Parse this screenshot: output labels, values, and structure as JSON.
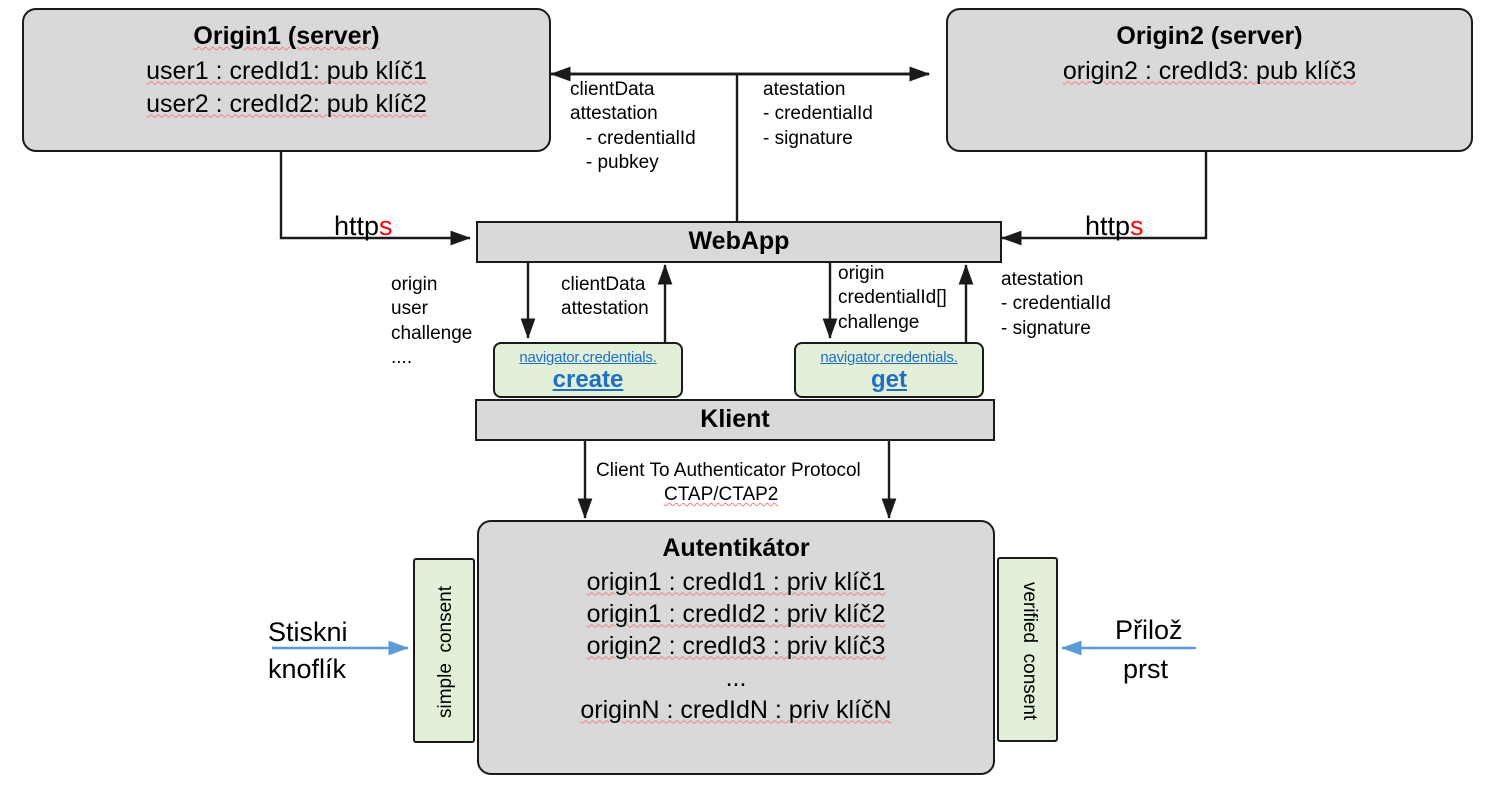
{
  "diagram": {
    "title": "WebAuthn / FIDO2 architecture diagram (Czech annotations)",
    "colors": {
      "node_fill": "#d9d9d9",
      "green_fill": "#e2efd9",
      "stroke": "#1a1a1a",
      "link_blue": "#1f6fc4",
      "accent_red": "#ff0000",
      "user_arrow_blue": "#5b9bd5",
      "spellcheck_squiggle": "#f08080"
    }
  },
  "nodes": {
    "origin1": {
      "title": "Origin1 (server)",
      "lines": [
        "user1 : credId1: pub klíč1",
        "user2 : credId2: pub klíč2"
      ]
    },
    "origin2": {
      "title": "Origin2 (server)",
      "lines": [
        "origin2 : credId3: pub klíč3"
      ]
    },
    "webapp": {
      "title": "WebApp"
    },
    "klient": {
      "title": "Klient"
    },
    "navigator_create": {
      "prefix": "navigator.credentials.",
      "method": "create"
    },
    "navigator_get": {
      "prefix": "navigator.credentials.",
      "method": "get"
    },
    "authenticator": {
      "title": "Autentikátor",
      "lines": [
        "origin1 : credId1 : priv klíč1",
        "origin1 : credId2 : priv klíč2",
        "origin2 : credId3 : priv klíč3",
        "...",
        "originN : credIdN : priv klíčN"
      ]
    },
    "simple_consent": {
      "label": "simple  consent",
      "line1": "simple",
      "line2": "consent"
    },
    "verified_consent": {
      "label": "verified  consent",
      "line1": "verified",
      "line2": "consent"
    }
  },
  "edge_labels": {
    "https_left": {
      "text": "http",
      "accent": "s"
    },
    "https_right": {
      "text": "http",
      "accent": "s"
    },
    "origin1_to_webapp_payload": "clientData\nattestation\n   - credentialId\n   - pubkey",
    "origin2_to_webapp_payload": "atestation\n- credentialId\n- signature",
    "webapp_to_create": "origin\nuser\nchallenge\n....",
    "create_to_webapp": "clientData\nattestation",
    "webapp_to_get": "origin\ncredentialId[]\nchallenge",
    "get_to_webapp": "atestation\n- credentialId\n- signature",
    "ctap": "Client To Authenticator Protocol\nCTAP/CTAP2",
    "ctap_line1": "Client To Authenticator Protocol",
    "ctap_line2": "CTAP/CTAP2"
  },
  "user_actions": {
    "left": {
      "line1": "Stiskni",
      "line2": "knoflík"
    },
    "right": {
      "line1": "Přilož",
      "line2": "prst"
    }
  }
}
